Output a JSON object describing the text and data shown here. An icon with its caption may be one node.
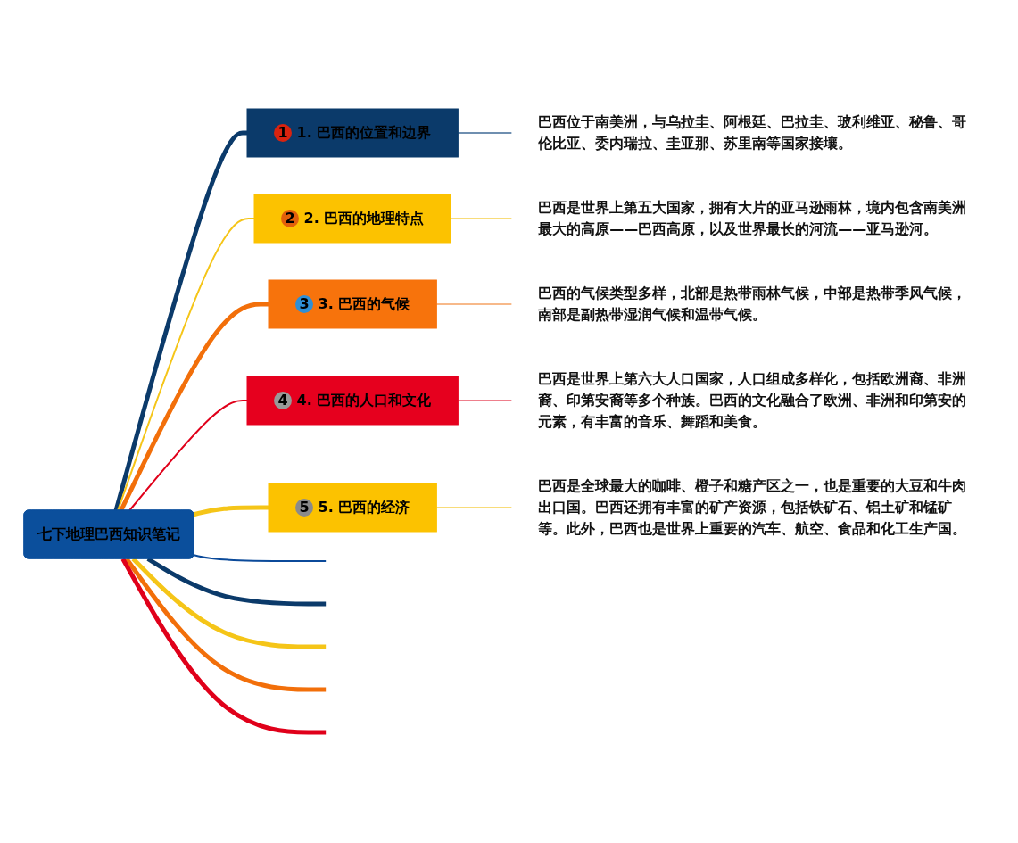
{
  "diagram": {
    "nodes": [
      {
        "text": [
          "七下地理巴西知识笔记"
        ]
      },
      {
        "text": [
          "1",
          "1. 巴西的位置和边界"
        ]
      },
      {
        "text": [
          "2",
          "2. 巴西的地理特点"
        ]
      },
      {
        "text": [
          "3",
          "3. 巴西的气候"
        ]
      },
      {
        "text": [
          "4",
          "4. 巴西的人口和文化"
        ]
      },
      {
        "text": [
          "5",
          "5. 巴西的经济"
        ]
      },
      {
        "text": [
          "巴西位于南美洲，与乌拉圭、阿根廷、巴拉圭、玻利维亚、秘鲁、哥伦比亚、委内瑞拉、圭亚那、苏里南等国家接壤。"
        ]
      },
      {
        "text": [
          "巴西是世界上第五大国家，拥有大片的亚马逊雨林，境内包含南美洲最大的高原——巴西高原，以及世界最长的河流——亚马逊河。"
        ]
      },
      {
        "text": [
          "巴西的气候类型多样，北部是热带雨林气候，中部是热带季风气候，南部是副热带湿润气候和温带气候。"
        ]
      },
      {
        "text": [
          "巴西是世界上第六大人口国家，人口组成多样化，包括欧洲裔、非洲裔、印第安裔等多个种族。巴西的文化融合了欧洲、非洲和印第安的元素，有丰富的音乐、舞蹈和美食。"
        ]
      },
      {
        "text": [
          "巴西是全球最大的咖啡、橙子和糖产区之一，也是重要的大豆和牛肉出口国。巴西还拥有丰富的矿产资源，包括铁矿石、铝土矿和锰矿等。此外，巴西也是世界上重要的汽车、航空、食品和化工生产国。"
        ]
      }
    ],
    "edges": [
      {
        "from": 0,
        "to": 1,
        "arrow": "none",
        "style": "thick",
        "color": "#0b3a6a"
      },
      {
        "from": 0,
        "to": 2,
        "arrow": "none",
        "color": "#f5c518"
      },
      {
        "from": 0,
        "to": 3,
        "arrow": "none",
        "style": "thick",
        "color": "#f26f0a"
      },
      {
        "from": 0,
        "to": 4,
        "arrow": "none",
        "color": "#e0001a"
      },
      {
        "from": 0,
        "to": 5,
        "arrow": "none",
        "style": "thick",
        "color": "#f5c518"
      },
      {
        "from": 1,
        "to": 6,
        "arrow": "none",
        "color": "#6f8fb0"
      },
      {
        "from": 2,
        "to": 7,
        "arrow": "none",
        "color": "#f8dc7a"
      },
      {
        "from": 3,
        "to": 8,
        "arrow": "none",
        "color": "#f7b98a"
      },
      {
        "from": 4,
        "to": 9,
        "arrow": "none",
        "color": "#ee7f8c"
      },
      {
        "from": 5,
        "to": 10,
        "arrow": "none",
        "color": "#f8dc7a"
      },
      {
        "from": 0,
        "to": null,
        "arrow": "none",
        "color": "#0b4a9a"
      },
      {
        "from": 0,
        "to": null,
        "arrow": "none",
        "style": "thick",
        "color": "#0b3a6a"
      },
      {
        "from": 0,
        "to": null,
        "arrow": "none",
        "style": "thick",
        "color": "#f5c518"
      },
      {
        "from": 0,
        "to": null,
        "arrow": "none",
        "style": "thick",
        "color": "#f26f0a"
      },
      {
        "from": 0,
        "to": null,
        "arrow": "none",
        "style": "thick",
        "color": "#e0001a"
      }
    ]
  }
}
